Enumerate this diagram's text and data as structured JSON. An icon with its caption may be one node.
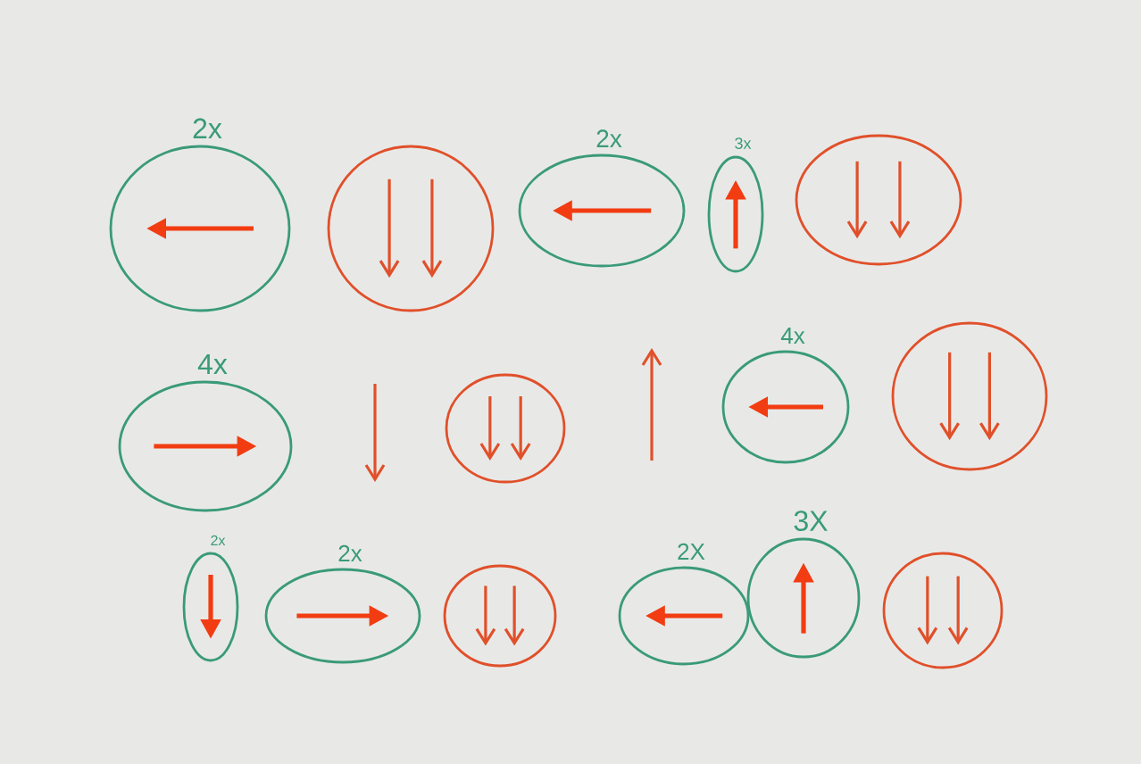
{
  "diagram": {
    "nodes": [
      {
        "text": [],
        "shape": "circle",
        "beside": [
          "2x"
        ]
      },
      {
        "text": [],
        "shape": "circle"
      },
      {
        "text": [],
        "shape": "circle",
        "beside": [
          "2x"
        ]
      },
      {
        "text": [],
        "shape": "circle",
        "beside": [
          "3x"
        ]
      },
      {
        "text": [],
        "shape": "circle"
      },
      {
        "text": [],
        "shape": "circle",
        "beside": [
          "4x"
        ]
      },
      {
        "text": [],
        "shape": "circle"
      },
      {
        "text": [],
        "shape": "circle",
        "beside": [
          "4x"
        ]
      },
      {
        "text": [],
        "shape": "circle"
      },
      {
        "text": [],
        "shape": "circle",
        "beside": [
          "2x"
        ]
      },
      {
        "text": [],
        "shape": "circle",
        "beside": [
          "2x"
        ]
      },
      {
        "text": [],
        "shape": "circle"
      },
      {
        "text": [],
        "shape": "circle",
        "beside": [
          "2X"
        ]
      },
      {
        "text": [],
        "shape": "circle",
        "beside": [
          "3X"
        ]
      },
      {
        "text": [],
        "shape": "circle"
      }
    ]
  }
}
